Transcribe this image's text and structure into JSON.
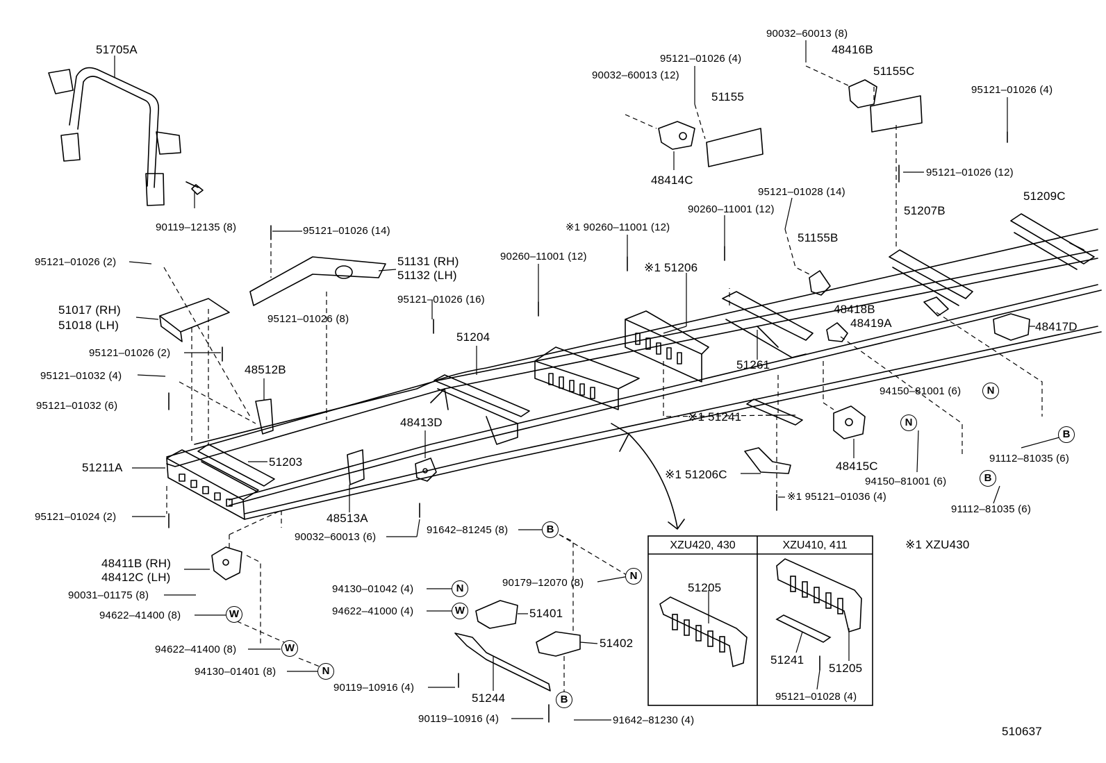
{
  "labels": {
    "p51705A": "51705A",
    "p90119_12135": "90119–12135 (8)",
    "p95121_01026_14a": "95121–01026 (14)",
    "p95121_01026_2a": "95121–01026 (2)",
    "p51131": "51131 (RH)",
    "p51132": "51132 (LH)",
    "p51017": "51017 (RH)",
    "p51018": "51018 (LH)",
    "p95121_01026_8": "95121–01026 (8)",
    "p95121_01026_2b": "95121–01026 (2)",
    "p95121_01032_4": "95121–01032 (4)",
    "p48512B": "48512B",
    "p95121_01032_6": "95121–01032 (6)",
    "p51211A": "51211A",
    "p51203": "51203",
    "p95121_01024_2": "95121–01024 (2)",
    "p48513A": "48513A",
    "p48413D": "48413D",
    "p90032_60013_6": "90032–60013 (6)",
    "p51204": "51204",
    "p95121_01026_16": "95121–01026 (16)",
    "p90260_11001_12a": "90260–11001 (12)",
    "p90260_11001_12b": "※1 90260–11001 (12)",
    "p51206": "※1 51206",
    "p48414C": "48414C",
    "p90032_60013_12": "90032–60013 (12)",
    "p95121_01026_4a": "95121–01026 (4)",
    "p51155": "51155",
    "p90032_60013_8": "90032–60013 (8)",
    "p48416B": "48416B",
    "p51155C": "51155C",
    "p95121_01026_4b": "95121–01026 (4)",
    "p95121_01026_12": "95121–01026 (12)",
    "p95121_01028_14": "95121–01028 (14)",
    "p90260_11001_12c": "90260–11001 (12)",
    "p51155B": "51155B",
    "p51207B": "51207B",
    "p51209C": "51209C",
    "p48418B": "48418B",
    "p48419A": "48419A",
    "p48417D": "48417D",
    "p51261": "51261",
    "p51241": "※1 51241",
    "p48415C": "48415C",
    "p94150_81001_6a": "94150–81001 (6)",
    "p94150_81001_6b": "94150–81001 (6)",
    "p91112_81035_6a": "91112–81035 (6)",
    "p91112_81035_6b": "91112–81035 (6)",
    "p51206C": "※1 51206C",
    "p95121_01036_4": "※1 95121–01036 (4)",
    "pNote": "※1 XZU430",
    "p91642_81245_8": "91642–81245 (8)",
    "p48411B": "48411B (RH)",
    "p48412C": "48412C (LH)",
    "p90031_01175_8": "90031–01175 (8)",
    "p94622_41400_8a": "94622–41400 (8)",
    "p94622_41400_8b": "94622–41400 (8)",
    "p94130_01401_8": "94130–01401 (8)",
    "p94130_01042_4": "94130–01042 (4)",
    "p94622_41000_4": "94622–41000 (4)",
    "p90179_12070_8": "90179–12070 (8)",
    "p51401": "51401",
    "p51402": "51402",
    "p51244": "51244",
    "p90119_10916_4a": "90119–10916 (4)",
    "p90119_10916_4b": "90119–10916 (4)",
    "p91642_81230_4": "91642–81230 (4)",
    "boxLeftHead": "XZU420, 430",
    "boxRightHead": "XZU410, 411",
    "box51205a": "51205",
    "box51205b": "51205",
    "box51241": "51241",
    "box95121_01028_4": "95121–01028 (4)",
    "figNo": "510637"
  },
  "symbols": {
    "N": "N",
    "W": "W",
    "B": "B"
  }
}
